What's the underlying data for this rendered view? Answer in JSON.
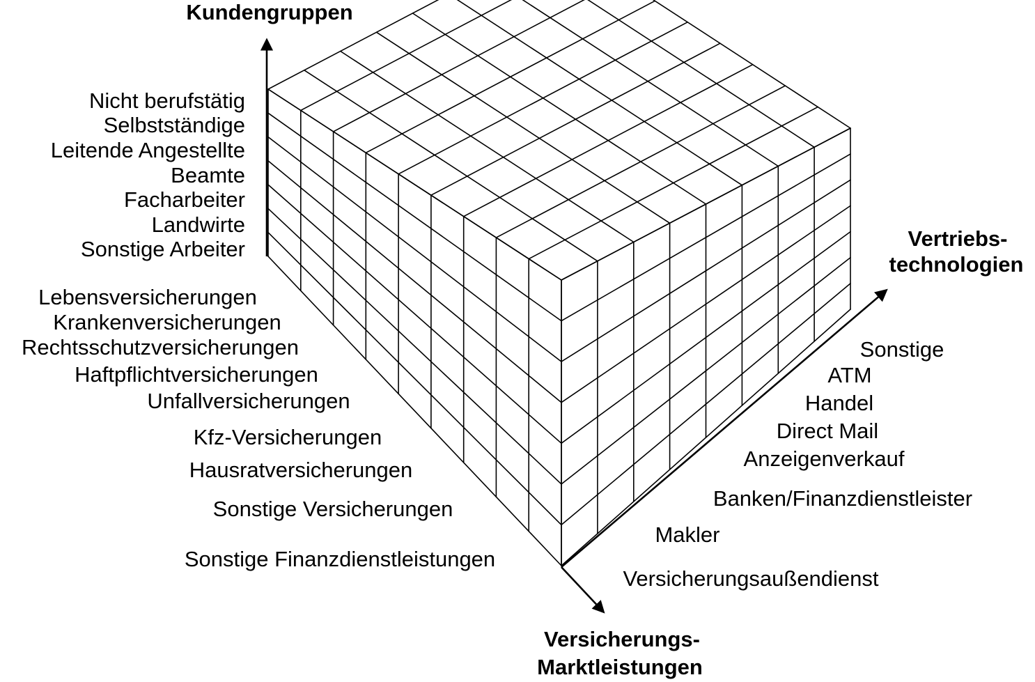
{
  "axes": {
    "vertical": {
      "title": "Kundengruppen",
      "items": [
        "Nicht berufstätig",
        "Selbstständige",
        "Leitende Angestellte",
        "Beamte",
        "Facharbeiter",
        "Landwirte",
        "Sonstige Arbeiter"
      ]
    },
    "left": {
      "title_line1": "Versicherungs-",
      "title_line2": "Marktleistungen",
      "items": [
        "Lebensversicherungen",
        "Krankenversicherungen",
        "Rechtsschutzversicherungen",
        "Haftpflichtversicherungen",
        "Unfallversicherungen",
        "Kfz-Versicherungen",
        "Hausratversicherungen",
        "Sonstige Versicherungen",
        "Sonstige Finanzdienstleistungen"
      ]
    },
    "right": {
      "title_line1": "Vertriebs-",
      "title_line2": "technologien",
      "items": [
        "Sonstige",
        "ATM",
        "Handel",
        "Direct Mail",
        "Anzeigenverkauf",
        "Banken/Finanzdienstleister",
        "Makler",
        "Versicherungsaußendienst"
      ]
    }
  },
  "cube": {
    "divisions_left_axis": 9,
    "divisions_right_axis": 8,
    "divisions_vertical": 7
  },
  "colors": {
    "line": "#000000",
    "background": "#ffffff"
  }
}
